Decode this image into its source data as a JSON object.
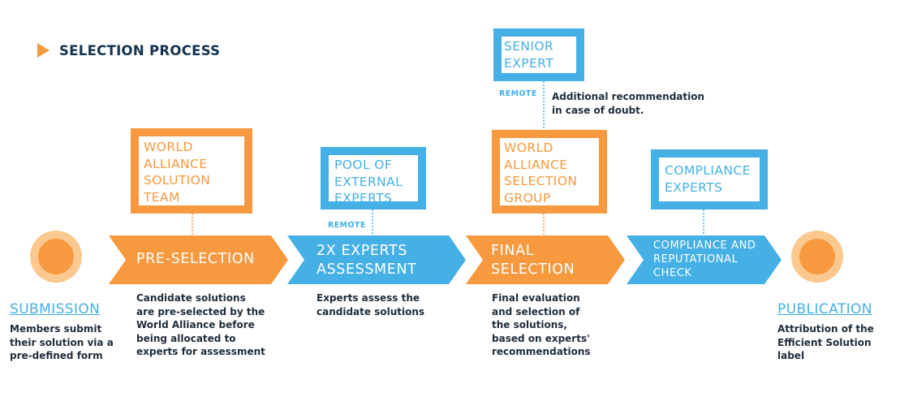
{
  "title": "SELECTION PROCESS",
  "colors": {
    "orange": "#f6993f",
    "blue": "#45b0e5",
    "light_orange": "#fbc88f",
    "navy": "#13334f"
  },
  "endpoints": {
    "start": {
      "label": "SUBMISSION",
      "description": "Members submit\ntheir solution via a\npre-defined form"
    },
    "end": {
      "label": "PUBLICATION",
      "description": "Attribution of the\nEfficient Solution\nlabel"
    }
  },
  "stages": [
    {
      "label": "PRE-SELECTION",
      "description": "Candidate solutions\nare pre-selected by the\nWorld Alliance before\nbeing allocated to\nexperts for assessment"
    },
    {
      "label": "2X EXPERTS\nASSESSMENT",
      "description": "Experts assess the\ncandidate solutions"
    },
    {
      "label": "FINAL\nSELECTION",
      "description": "Final evaluation\nand selection of\nthe solutions,\nbased on experts'\nrecommendations"
    },
    {
      "label": "COMPLIANCE AND\nREPUTATIONAL\nCHECK",
      "description": ""
    }
  ],
  "actors": {
    "solution_team": "WORLD\nALLIANCE\nSOLUTION\nTEAM",
    "external_experts": "POOL OF\nEXTERNAL\nEXPERTS",
    "selection_group": "WORLD\nALLIANCE\nSELECTION\nGROUP",
    "compliance_experts": "COMPLIANCE\nEXPERTS",
    "senior_expert": "SENIOR\nEXPERT"
  },
  "remote_label": "REMOTE",
  "senior_note": "Additional recommendation\nin case of doubt."
}
